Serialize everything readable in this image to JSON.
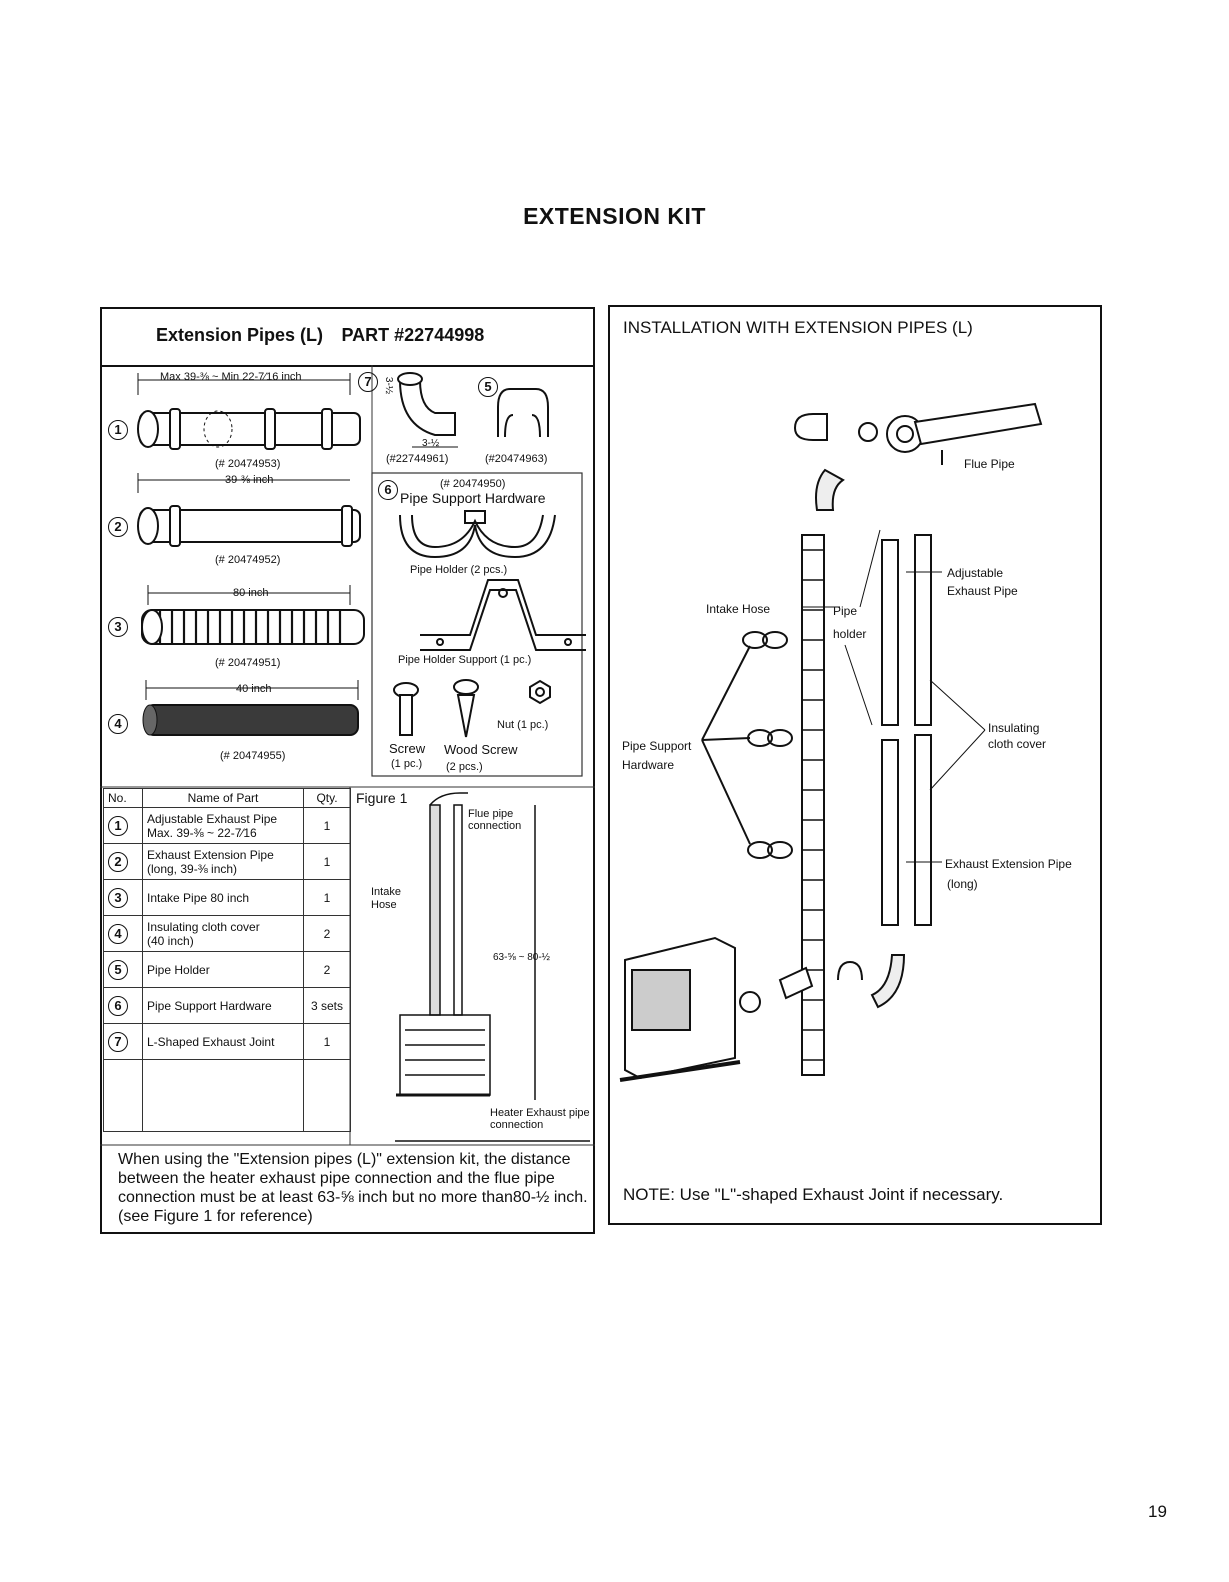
{
  "page": {
    "title": "EXTENSION KIT",
    "page_number": "19"
  },
  "left_panel": {
    "header_a": "Extension Pipes (L)",
    "header_b": "PART #22744998",
    "dim_max_min": "Max 39-⅜ ~ Min 22-7⁄16 inch",
    "part1_no": "(# 20474953)",
    "dim_39": "39-⅜ inch",
    "part2_no": "(# 20474952)",
    "dim_80": "80 inch",
    "part3_no": "(# 20474951)",
    "dim_40": "40 inch",
    "part4_no": "(# 20474955)",
    "dim_3_5": "3-½",
    "dim_3_5b": "3-½",
    "part7_no": "(#22744961)",
    "part5_no": "(#20474963)",
    "part6_no": "(# 20474950)",
    "hardware_title": "Pipe Support Hardware",
    "pipe_holder": "Pipe Holder (2 pcs.)",
    "pipe_holder_support": "Pipe Holder Support (1 pc.)",
    "nut": "Nut (1 pc.)",
    "screw": "Screw",
    "screw_qty": "(1 pc.)",
    "wood_screw": "Wood Screw",
    "wood_screw_qty": "(2 pcs.)",
    "figure_label": "Figure 1",
    "flue_pipe_conn": "Flue pipe connection",
    "intake_hose": "Intake Hose",
    "range": "63-⅝ ~ 80-½",
    "heater_exhaust": "Heater Exhaust pipe connection",
    "table_headers": {
      "no": "No.",
      "name": "Name of Part",
      "qty": "Qty."
    },
    "parts": [
      {
        "no": "1",
        "name": "Adjustable Exhaust Pipe",
        "name2": "Max. 39-⅜ ~ 22-7⁄16",
        "qty": "1"
      },
      {
        "no": "2",
        "name": "Exhaust Extension Pipe",
        "name2": "(long, 39-⅜ inch)",
        "qty": "1"
      },
      {
        "no": "3",
        "name": "Intake Pipe 80 inch",
        "name2": "",
        "qty": "1"
      },
      {
        "no": "4",
        "name": "Insulating cloth cover",
        "name2": "(40 inch)",
        "qty": "2"
      },
      {
        "no": "5",
        "name": "Pipe Holder",
        "name2": "",
        "qty": "2"
      },
      {
        "no": "6",
        "name": "Pipe Support Hardware",
        "name2": "",
        "qty": "3 sets"
      },
      {
        "no": "7",
        "name": "L-Shaped Exhaust Joint",
        "name2": "",
        "qty": "1"
      }
    ],
    "note": "When using the \"Extension pipes (L)\" extension kit, the distance between the heater exhaust pipe connection and the flue pipe connection must be at least 63-⅝ inch but no more than80-½ inch. (see Figure 1 for reference)"
  },
  "right_panel": {
    "title": "INSTALLATION WITH EXTENSION PIPES (L)",
    "flue_pipe": "Flue Pipe",
    "adjustable": "Adjustable",
    "exhaust_pipe": "Exhaust Pipe",
    "intake_hose": "Intake Hose",
    "pipe": "Pipe",
    "holder": "holder",
    "insulating": "Insulating",
    "cloth_cover": "cloth cover",
    "pipe_support": "Pipe Support",
    "hardware": "Hardware",
    "ext_pipe": "Exhaust Extension Pipe",
    "long": "(long)",
    "note": "NOTE: Use \"L\"-shaped Exhaust Joint if necessary."
  }
}
